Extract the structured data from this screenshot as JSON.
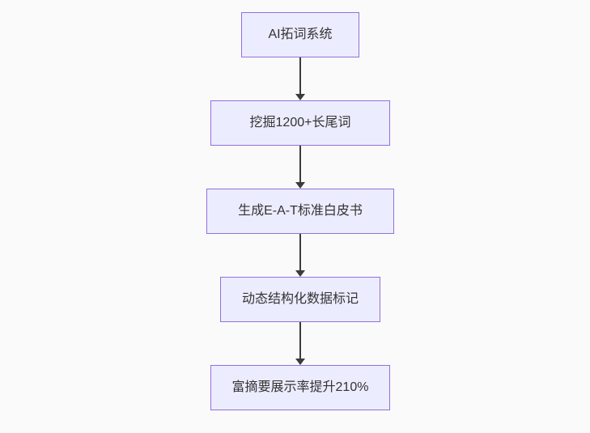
{
  "diagram": {
    "type": "flowchart",
    "direction": "top-down",
    "nodes": [
      {
        "id": "n1",
        "label": "AI拓词系统"
      },
      {
        "id": "n2",
        "label": "挖掘1200+长尾词"
      },
      {
        "id": "n3",
        "label": "生成E-A-T标准白皮书"
      },
      {
        "id": "n4",
        "label": "动态结构化数据标记"
      },
      {
        "id": "n5",
        "label": "富摘要展示率提升210%"
      }
    ],
    "edges": [
      {
        "from": "n1",
        "to": "n2"
      },
      {
        "from": "n2",
        "to": "n3"
      },
      {
        "from": "n3",
        "to": "n4"
      },
      {
        "from": "n4",
        "to": "n5"
      }
    ],
    "colors": {
      "background": "#fafafa",
      "node_fill": "#ECECFF",
      "node_border": "#9370DB",
      "text": "#333333",
      "arrow": "#3b3b3b"
    }
  }
}
